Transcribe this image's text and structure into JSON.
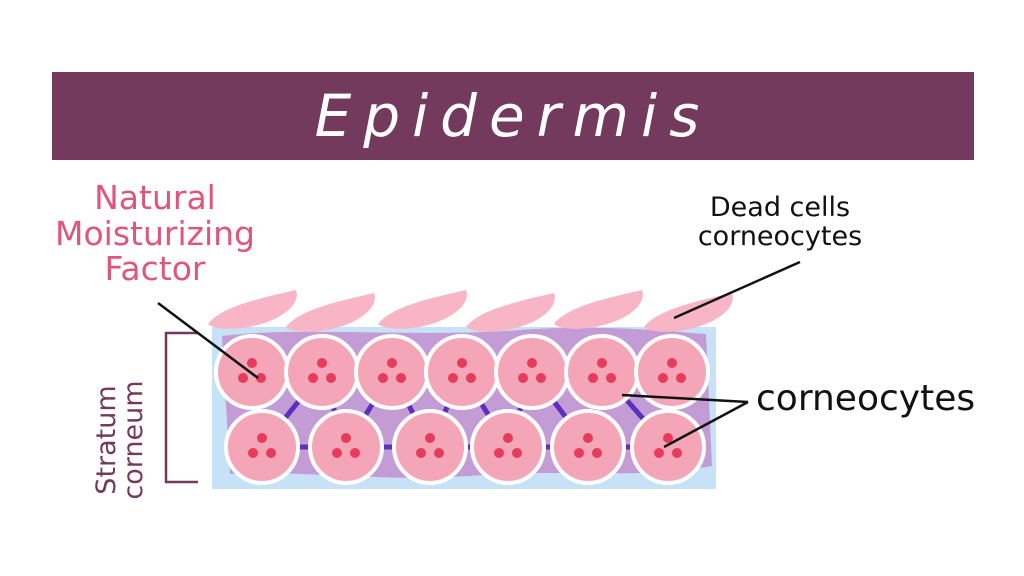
{
  "title": "Epidermis",
  "labels": {
    "nmf": [
      "Natural",
      "Moisturizing",
      "Factor"
    ],
    "dead_cells": [
      "Dead cells",
      "corneocytes"
    ],
    "corneocytes": "corneocytes",
    "stratum": [
      "Stratum",
      "corneum"
    ]
  },
  "colors": {
    "title_bg": "#733a5e",
    "nmf_text": "#e0557a",
    "layer_bg": "#c7e2f7",
    "matrix": "#c39cd6",
    "cell_fill": "#f4a6b8",
    "cell_dots": "#e63b5a",
    "lipid_links": "#5b2fbf",
    "dead_cells": "#f7b5c6"
  }
}
